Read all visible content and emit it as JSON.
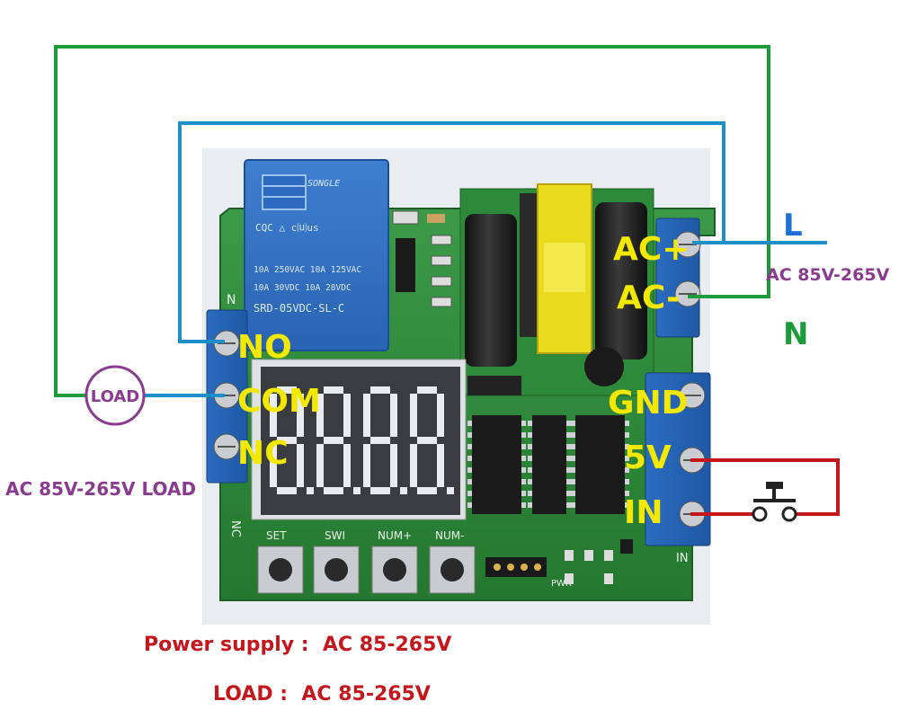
{
  "terminals_left": [
    "NO",
    "COM",
    "NC"
  ],
  "terminals_right_power": [
    "AC+",
    "AC-"
  ],
  "terminals_right_signal": [
    "GND",
    "5V",
    "IN"
  ],
  "line_labels": {
    "live": "L",
    "neutral": "N"
  },
  "ac_input_label": "AC 85V-265V",
  "load_circle_label": "LOAD",
  "load_caption": "AC 85V-265V LOAD",
  "notes": {
    "power_supply": "Power supply :  AC 85-265V",
    "load": "LOAD :  AC 85-265V"
  },
  "relay": {
    "brand": "SONGLE",
    "line1": "10A 250VAC  10A 125VAC",
    "line2": "10A  30VDC  10A  28VDC",
    "model": "SRD-05VDC-SL-C"
  },
  "buttons": [
    "SET",
    "SWI",
    "NUM+",
    "NUM-"
  ],
  "silkscreen": {
    "in": "IN",
    "nc": "NC",
    "n": "N",
    "pwr": "PWR"
  },
  "colors": {
    "wire_green": "#1d9a3a",
    "wire_blue": "#1d8fc8",
    "wire_red": "#c4161c",
    "pcb": "#2f8a3c",
    "terminal_block": "#2a6fc2",
    "label_yellow": "#f2e800",
    "label_purple": "#8a3b8f"
  }
}
